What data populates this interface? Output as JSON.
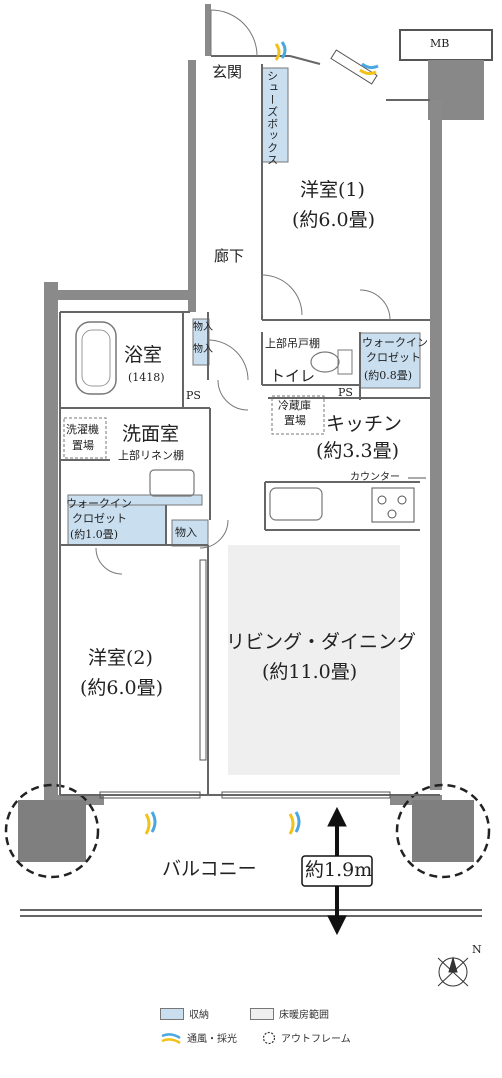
{
  "labels": {
    "mb": "MB",
    "genkan": "玄関",
    "shoes_box": "シューズボックス",
    "western1_name": "洋室(1)",
    "western1_size": "(約6.0畳)",
    "corridor": "廊下",
    "storage1": "物入",
    "storage2": "物入",
    "bath_name": "浴室",
    "bath_size": "(1418)",
    "upper_shelf": "上部吊戸棚",
    "toilet": "トイレ",
    "wic_small_line1": "ウォークイン",
    "wic_small_line2": "クロゼット",
    "wic_small_line3": "(約0.8畳)",
    "ps1": "PS",
    "ps2": "PS",
    "fridge_line1": "冷蔵庫",
    "fridge_line2": "置場",
    "kitchen_name": "キッチン",
    "kitchen_size": "(約3.3畳)",
    "counter": "カウンター",
    "washer_line1": "洗濯機",
    "washer_line2": "置場",
    "washroom": "洗面室",
    "linen_shelf": "上部リネン棚",
    "wic_line1": "ウォークイン",
    "wic_line2": "クロゼット",
    "wic_line3": "(約1.0畳)",
    "storage3": "物入",
    "living_name": "リビング・ダイニング",
    "living_size": "(約11.0畳)",
    "western2_name": "洋室(2)",
    "western2_size": "(約6.0畳)",
    "balcony": "バルコニー",
    "balcony_depth": "約1.9m",
    "north": "N"
  },
  "legend": {
    "storage": "収納",
    "floor_heating": "床暖房範囲",
    "ventilation": "通風・採光",
    "outframe": "アウトフレーム"
  },
  "colors": {
    "storage_fill": "#c9dff0",
    "floor_heating_fill": "#efefef",
    "wall": "#777777",
    "wind_yellow": "#f2c21a",
    "wind_blue": "#4aa8e0",
    "arrow": "#111111"
  }
}
